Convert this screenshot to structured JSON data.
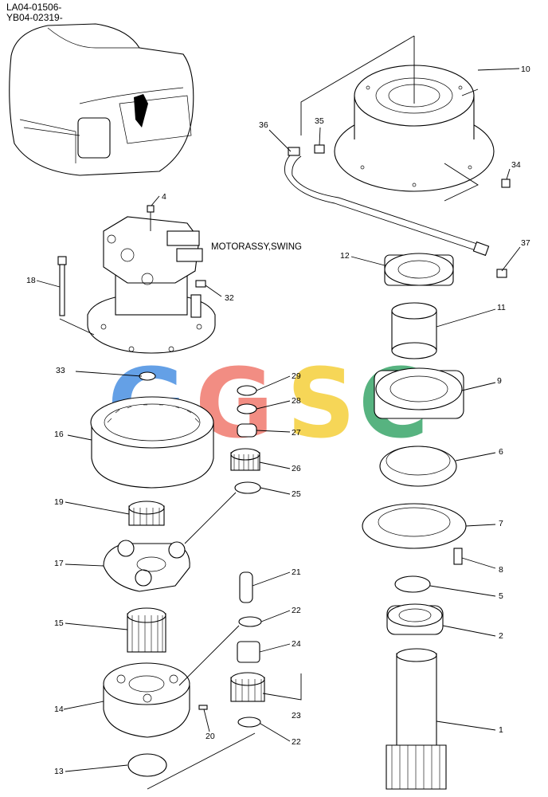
{
  "header": {
    "line1": "LA04-01506-",
    "line2": "YB04-02319-"
  },
  "assembly_label": "MOTORASSY,SWING",
  "watermark": {
    "letters": [
      "G",
      "G",
      "S",
      "C"
    ],
    "colors": [
      "#4a90e2",
      "#f07a6e",
      "#f5cf3a",
      "#3aa66a"
    ]
  },
  "callouts": {
    "c1": "1",
    "c2": "2",
    "c4": "4",
    "c5": "5",
    "c6": "6",
    "c7": "7",
    "c8": "8",
    "c9": "9",
    "c10": "10",
    "c11": "11",
    "c12": "12",
    "c13": "13",
    "c14": "14",
    "c15": "15",
    "c16": "16",
    "c17": "17",
    "c18": "18",
    "c19": "19",
    "c20": "20",
    "c21": "21",
    "c22a": "22",
    "c22b": "22",
    "c23": "23",
    "c24": "24",
    "c25": "25",
    "c26": "26",
    "c27": "27",
    "c28": "28",
    "c29": "29",
    "c32": "32",
    "c33": "33",
    "c34": "34",
    "c35": "35",
    "c36": "36",
    "c37": "37"
  }
}
